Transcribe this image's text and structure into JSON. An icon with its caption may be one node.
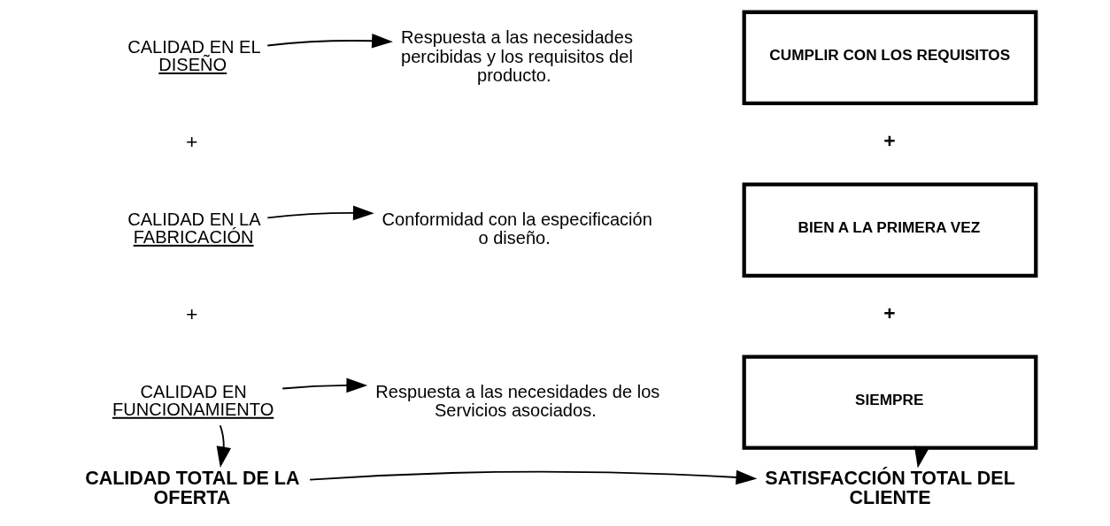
{
  "diagram": {
    "nodes": [
      {
        "text": [
          "CALIDAD EN EL",
          "DISEÑO"
        ]
      },
      {
        "text": [
          "Respuesta a las necesidades percibidas y los requisitos del producto."
        ]
      },
      {
        "text": [
          "CUMPLIR CON LOS REQUISITOS"
        ]
      },
      {
        "text": [
          "CALIDAD EN LA",
          "FABRICACIÓN"
        ]
      },
      {
        "text": [
          "Conformidad con la especificación o diseño."
        ]
      },
      {
        "text": [
          "BIEN A LA PRIMERA VEZ"
        ]
      },
      {
        "text": [
          "CALIDAD EN",
          "FUNCIONAMIENTO"
        ]
      },
      {
        "text": [
          "Respuesta a las necesidades de los Servicios asociados."
        ]
      },
      {
        "text": [
          "SIEMPRE"
        ]
      },
      {
        "text": [
          "CALIDAD TOTAL DE LA OFERTA"
        ]
      },
      {
        "text": [
          "SATISFACCIÓN TOTAL DEL CLIENTE"
        ]
      }
    ],
    "edges": [
      {
        "from": 0,
        "to": 1,
        "arrow": "to"
      },
      {
        "from": 3,
        "to": 4,
        "arrow": "to"
      },
      {
        "from": 6,
        "to": 7,
        "arrow": "to"
      },
      {
        "from": 6,
        "to": 9,
        "arrow": "to"
      },
      {
        "from": 8,
        "to": 10,
        "arrow": "to"
      },
      {
        "from": 9,
        "to": 10,
        "arrow": "to"
      }
    ],
    "labels": [
      "+",
      "+",
      "+",
      "+"
    ]
  }
}
